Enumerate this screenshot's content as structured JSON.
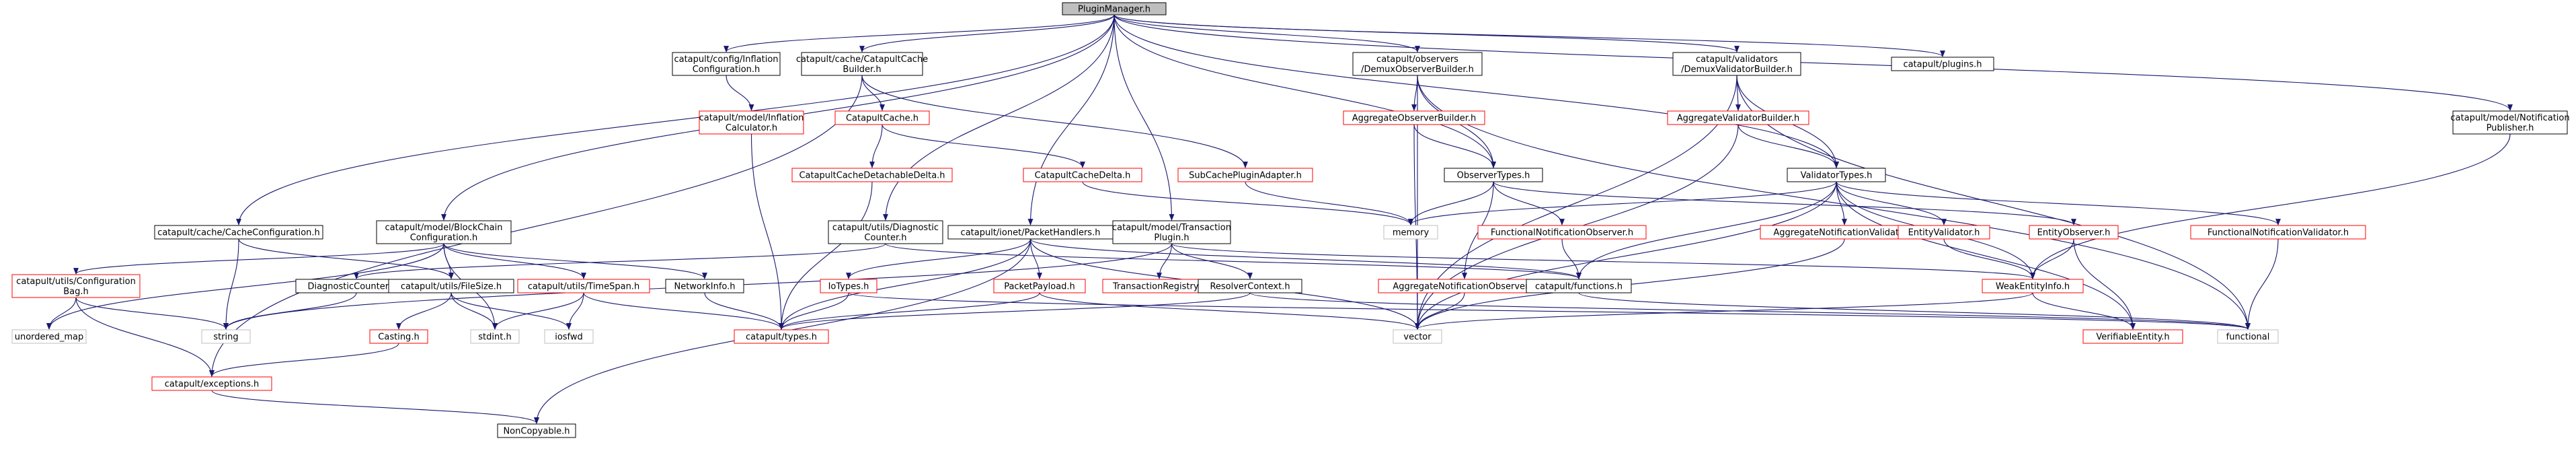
{
  "colors": {
    "edge": "#191970",
    "border_normal": "#000000",
    "border_incomplete": "#ff0000",
    "border_external": "#bfbfbf",
    "root_fill": "#bfbfbf",
    "fill": "#ffffff"
  },
  "nodes": [
    {
      "id": "plugin_manager",
      "lines": [
        "PluginManager.h"
      ],
      "kind": "root"
    },
    {
      "id": "inflation_cfg",
      "lines": [
        "catapult/config/Inflation",
        "Configuration.h"
      ],
      "kind": "normal"
    },
    {
      "id": "cat_cache_builder",
      "lines": [
        "catapult/cache/CatapultCache",
        "Builder.h"
      ],
      "kind": "normal"
    },
    {
      "id": "demux_observer_builder",
      "lines": [
        "catapult/observers",
        "/DemuxObserverBuilder.h"
      ],
      "kind": "normal"
    },
    {
      "id": "demux_validator_builder",
      "lines": [
        "catapult/validators",
        "/DemuxValidatorBuilder.h"
      ],
      "kind": "normal"
    },
    {
      "id": "plugins_h",
      "lines": [
        "catapult/plugins.h"
      ],
      "kind": "normal"
    },
    {
      "id": "inflation_calc",
      "lines": [
        "catapult/model/Inflation",
        "Calculator.h"
      ],
      "kind": "incomplete"
    },
    {
      "id": "catapult_cache",
      "lines": [
        "CatapultCache.h"
      ],
      "kind": "incomplete"
    },
    {
      "id": "agg_observer_builder",
      "lines": [
        "AggregateObserverBuilder.h"
      ],
      "kind": "incomplete"
    },
    {
      "id": "agg_validator_builder",
      "lines": [
        "AggregateValidatorBuilder.h"
      ],
      "kind": "incomplete"
    },
    {
      "id": "notif_publisher",
      "lines": [
        "catapult/model/Notification",
        "Publisher.h"
      ],
      "kind": "normal"
    },
    {
      "id": "cache_detachable_delta",
      "lines": [
        "CatapultCacheDetachableDelta.h"
      ],
      "kind": "incomplete"
    },
    {
      "id": "cache_delta",
      "lines": [
        "CatapultCacheDelta.h"
      ],
      "kind": "incomplete"
    },
    {
      "id": "subcache_adapter",
      "lines": [
        "SubCachePluginAdapter.h"
      ],
      "kind": "incomplete"
    },
    {
      "id": "observer_types",
      "lines": [
        "ObserverTypes.h"
      ],
      "kind": "normal"
    },
    {
      "id": "validator_types",
      "lines": [
        "ValidatorTypes.h"
      ],
      "kind": "normal"
    },
    {
      "id": "cache_configuration",
      "lines": [
        "catapult/cache/CacheConfiguration.h"
      ],
      "kind": "normal"
    },
    {
      "id": "blockchain_cfg",
      "lines": [
        "catapult/model/BlockChain",
        "Configuration.h"
      ],
      "kind": "normal"
    },
    {
      "id": "diag_counter",
      "lines": [
        "catapult/utils/Diagnostic",
        "Counter.h"
      ],
      "kind": "normal"
    },
    {
      "id": "packet_handlers",
      "lines": [
        "catapult/ionet/PacketHandlers.h"
      ],
      "kind": "normal"
    },
    {
      "id": "tx_plugin",
      "lines": [
        "catapult/model/Transaction",
        "Plugin.h"
      ],
      "kind": "normal"
    },
    {
      "id": "memory",
      "lines": [
        "memory"
      ],
      "kind": "external"
    },
    {
      "id": "func_notif_observer",
      "lines": [
        "FunctionalNotificationObserver.h"
      ],
      "kind": "incomplete"
    },
    {
      "id": "agg_notif_validator",
      "lines": [
        "AggregateNotificationValidator.h"
      ],
      "kind": "incomplete"
    },
    {
      "id": "entity_validator",
      "lines": [
        "EntityValidator.h"
      ],
      "kind": "incomplete"
    },
    {
      "id": "entity_observer",
      "lines": [
        "EntityObserver.h"
      ],
      "kind": "incomplete"
    },
    {
      "id": "func_notif_validator",
      "lines": [
        "FunctionalNotificationValidator.h"
      ],
      "kind": "incomplete"
    },
    {
      "id": "config_bag",
      "lines": [
        "catapult/utils/Configuration",
        "Bag.h"
      ],
      "kind": "incomplete"
    },
    {
      "id": "diag_counter_id",
      "lines": [
        "DiagnosticCounterId.h"
      ],
      "kind": "normal"
    },
    {
      "id": "file_size",
      "lines": [
        "catapult/utils/FileSize.h"
      ],
      "kind": "normal"
    },
    {
      "id": "time_span",
      "lines": [
        "catapult/utils/TimeSpan.h"
      ],
      "kind": "incomplete"
    },
    {
      "id": "network_info",
      "lines": [
        "NetworkInfo.h"
      ],
      "kind": "normal"
    },
    {
      "id": "io_types",
      "lines": [
        "IoTypes.h"
      ],
      "kind": "incomplete"
    },
    {
      "id": "packet_payload",
      "lines": [
        "PacketPayload.h"
      ],
      "kind": "incomplete"
    },
    {
      "id": "tx_registry",
      "lines": [
        "TransactionRegistry.h"
      ],
      "kind": "incomplete"
    },
    {
      "id": "resolver_context",
      "lines": [
        "ResolverContext.h"
      ],
      "kind": "normal"
    },
    {
      "id": "agg_notif_observer",
      "lines": [
        "AggregateNotificationObserver.h"
      ],
      "kind": "incomplete"
    },
    {
      "id": "functions_h",
      "lines": [
        "catapult/functions.h"
      ],
      "kind": "normal"
    },
    {
      "id": "weak_entity_info",
      "lines": [
        "WeakEntityInfo.h"
      ],
      "kind": "incomplete"
    },
    {
      "id": "unordered_map",
      "lines": [
        "unordered_map"
      ],
      "kind": "external"
    },
    {
      "id": "string",
      "lines": [
        "string"
      ],
      "kind": "external"
    },
    {
      "id": "casting",
      "lines": [
        "Casting.h"
      ],
      "kind": "incomplete"
    },
    {
      "id": "stdint",
      "lines": [
        "stdint.h"
      ],
      "kind": "external"
    },
    {
      "id": "iosfwd",
      "lines": [
        "iosfwd"
      ],
      "kind": "external"
    },
    {
      "id": "types_h",
      "lines": [
        "catapult/types.h"
      ],
      "kind": "incomplete"
    },
    {
      "id": "vector",
      "lines": [
        "vector"
      ],
      "kind": "external"
    },
    {
      "id": "verifiable_entity",
      "lines": [
        "VerifiableEntity.h"
      ],
      "kind": "incomplete"
    },
    {
      "id": "functional",
      "lines": [
        "functional"
      ],
      "kind": "external"
    },
    {
      "id": "exceptions_h",
      "lines": [
        "catapult/exceptions.h"
      ],
      "kind": "incomplete"
    },
    {
      "id": "noncopyable",
      "lines": [
        "NonCopyable.h"
      ],
      "kind": "normal"
    }
  ],
  "edges": [
    [
      "plugin_manager",
      "inflation_cfg"
    ],
    [
      "plugin_manager",
      "cat_cache_builder"
    ],
    [
      "plugin_manager",
      "demux_observer_builder"
    ],
    [
      "plugin_manager",
      "demux_validator_builder"
    ],
    [
      "plugin_manager",
      "plugins_h"
    ],
    [
      "plugin_manager",
      "notif_publisher"
    ],
    [
      "plugin_manager",
      "observer_types"
    ],
    [
      "plugin_manager",
      "validator_types"
    ],
    [
      "plugin_manager",
      "cache_configuration"
    ],
    [
      "plugin_manager",
      "blockchain_cfg"
    ],
    [
      "plugin_manager",
      "diag_counter"
    ],
    [
      "plugin_manager",
      "packet_handlers"
    ],
    [
      "plugin_manager",
      "tx_plugin"
    ],
    [
      "inflation_cfg",
      "inflation_calc"
    ],
    [
      "inflation_calc",
      "types_h"
    ],
    [
      "cat_cache_builder",
      "catapult_cache"
    ],
    [
      "cat_cache_builder",
      "subcache_adapter"
    ],
    [
      "cat_cache_builder",
      "exceptions_h"
    ],
    [
      "catapult_cache",
      "cache_detachable_delta"
    ],
    [
      "catapult_cache",
      "cache_delta"
    ],
    [
      "cache_detachable_delta",
      "types_h"
    ],
    [
      "cache_delta",
      "memory"
    ],
    [
      "subcache_adapter",
      "memory"
    ],
    [
      "demux_observer_builder",
      "agg_observer_builder"
    ],
    [
      "demux_observer_builder",
      "observer_types"
    ],
    [
      "demux_observer_builder",
      "vector"
    ],
    [
      "demux_observer_builder",
      "functional"
    ],
    [
      "agg_observer_builder",
      "observer_types"
    ],
    [
      "agg_observer_builder",
      "vector"
    ],
    [
      "demux_validator_builder",
      "agg_validator_builder"
    ],
    [
      "demux_validator_builder",
      "validator_types"
    ],
    [
      "demux_validator_builder",
      "vector"
    ],
    [
      "demux_validator_builder",
      "functional"
    ],
    [
      "agg_validator_builder",
      "validator_types"
    ],
    [
      "agg_validator_builder",
      "vector"
    ],
    [
      "notif_publisher",
      "weak_entity_info"
    ],
    [
      "observer_types",
      "memory"
    ],
    [
      "observer_types",
      "func_notif_observer"
    ],
    [
      "observer_types",
      "agg_notif_observer"
    ],
    [
      "observer_types",
      "entity_observer"
    ],
    [
      "func_notif_observer",
      "functions_h"
    ],
    [
      "agg_notif_observer",
      "vector"
    ],
    [
      "entity_observer",
      "weak_entity_info"
    ],
    [
      "entity_observer",
      "verifiable_entity"
    ],
    [
      "validator_types",
      "memory"
    ],
    [
      "validator_types",
      "agg_notif_validator"
    ],
    [
      "validator_types",
      "entity_validator"
    ],
    [
      "validator_types",
      "func_notif_validator"
    ],
    [
      "validator_types",
      "functions_h"
    ],
    [
      "validator_types",
      "weak_entity_info"
    ],
    [
      "validator_types",
      "vector"
    ],
    [
      "validator_types",
      "verifiable_entity"
    ],
    [
      "agg_notif_validator",
      "vector"
    ],
    [
      "entity_validator",
      "weak_entity_info"
    ],
    [
      "func_notif_validator",
      "functional"
    ],
    [
      "weak_entity_info",
      "verifiable_entity"
    ],
    [
      "weak_entity_info",
      "vector"
    ],
    [
      "cache_configuration",
      "file_size"
    ],
    [
      "cache_configuration",
      "string"
    ],
    [
      "blockchain_cfg",
      "config_bag"
    ],
    [
      "blockchain_cfg",
      "file_size"
    ],
    [
      "blockchain_cfg",
      "time_span"
    ],
    [
      "blockchain_cfg",
      "network_info"
    ],
    [
      "blockchain_cfg",
      "stdint"
    ],
    [
      "blockchain_cfg",
      "unordered_map"
    ],
    [
      "config_bag",
      "exceptions_h"
    ],
    [
      "config_bag",
      "string"
    ],
    [
      "config_bag",
      "unordered_map"
    ],
    [
      "file_size",
      "casting"
    ],
    [
      "file_size",
      "stdint"
    ],
    [
      "file_size",
      "iosfwd"
    ],
    [
      "casting",
      "exceptions_h"
    ],
    [
      "time_span",
      "types_h"
    ],
    [
      "time_span",
      "stdint"
    ],
    [
      "time_span",
      "iosfwd"
    ],
    [
      "network_info",
      "types_h"
    ],
    [
      "exceptions_h",
      "noncopyable"
    ],
    [
      "diag_counter",
      "diag_counter_id"
    ],
    [
      "diag_counter",
      "functions_h"
    ],
    [
      "diag_counter_id",
      "string"
    ],
    [
      "packet_handlers",
      "io_types"
    ],
    [
      "packet_handlers",
      "packet_payload"
    ],
    [
      "packet_handlers",
      "functions_h"
    ],
    [
      "packet_handlers",
      "types_h"
    ],
    [
      "packet_handlers",
      "noncopyable"
    ],
    [
      "packet_handlers",
      "vector"
    ],
    [
      "io_types",
      "types_h"
    ],
    [
      "io_types",
      "functional"
    ],
    [
      "packet_payload",
      "types_h"
    ],
    [
      "packet_payload",
      "vector"
    ],
    [
      "tx_plugin",
      "tx_registry"
    ],
    [
      "tx_plugin",
      "resolver_context"
    ],
    [
      "tx_plugin",
      "weak_entity_info"
    ],
    [
      "tx_plugin",
      "string"
    ],
    [
      "resolver_context",
      "types_h"
    ],
    [
      "resolver_context",
      "functional"
    ],
    [
      "functions_h",
      "functional"
    ]
  ]
}
